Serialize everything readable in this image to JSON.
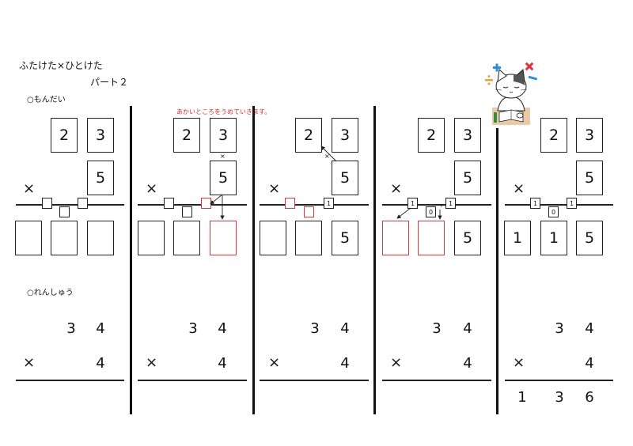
{
  "header": {
    "title": "ふたけた×ひとけた",
    "subtitle": "パート２",
    "problem_label": "○もんだい",
    "practice_label": "○れんしゅう",
    "red_note": "あかいところをうめていきます。"
  },
  "symbols": {
    "times": "×",
    "small_times": "×"
  },
  "steps": [
    {
      "top": [
        "2",
        "3"
      ],
      "mult": "5",
      "carry": [
        "",
        "",
        ""
      ],
      "result": [
        "",
        "",
        ""
      ]
    },
    {
      "top": [
        "2",
        "3"
      ],
      "mult": "5",
      "carry": [
        "",
        "",
        ""
      ],
      "result": [
        "",
        "",
        ""
      ]
    },
    {
      "top": [
        "2",
        "3"
      ],
      "mult": "5",
      "carry": [
        "",
        "",
        "1"
      ],
      "result": [
        "",
        "",
        "5"
      ]
    },
    {
      "top": [
        "2",
        "3"
      ],
      "mult": "5",
      "carry": [
        "1",
        "0",
        "1"
      ],
      "result": [
        "",
        "",
        "5"
      ]
    },
    {
      "top": [
        "2",
        "3"
      ],
      "mult": "5",
      "carry": [
        "1",
        "0",
        "1"
      ],
      "result": [
        "1",
        "1",
        "5"
      ]
    }
  ],
  "practice": [
    {
      "top": [
        "3",
        "4"
      ],
      "mult": "4",
      "result": [
        "",
        "",
        ""
      ]
    },
    {
      "top": [
        "3",
        "4"
      ],
      "mult": "4",
      "result": [
        "",
        "",
        ""
      ]
    },
    {
      "top": [
        "3",
        "4"
      ],
      "mult": "4",
      "result": [
        "",
        "",
        ""
      ]
    },
    {
      "top": [
        "3",
        "4"
      ],
      "mult": "4",
      "result": [
        "",
        "",
        ""
      ]
    },
    {
      "top": [
        "3",
        "4"
      ],
      "mult": "4",
      "result": [
        "1",
        "3",
        "6"
      ]
    }
  ],
  "illustration": {
    "icon": "cat-studying-icon",
    "math_symbols": [
      "+",
      "×",
      "÷",
      "−"
    ]
  },
  "colors": {
    "accent_red": "#d23b3b",
    "ink": "#222222",
    "plus_blue": "#2b8fd8",
    "times_red": "#d8343c",
    "divide_orange": "#e8a23a",
    "minus_blue": "#2b8fd8"
  }
}
